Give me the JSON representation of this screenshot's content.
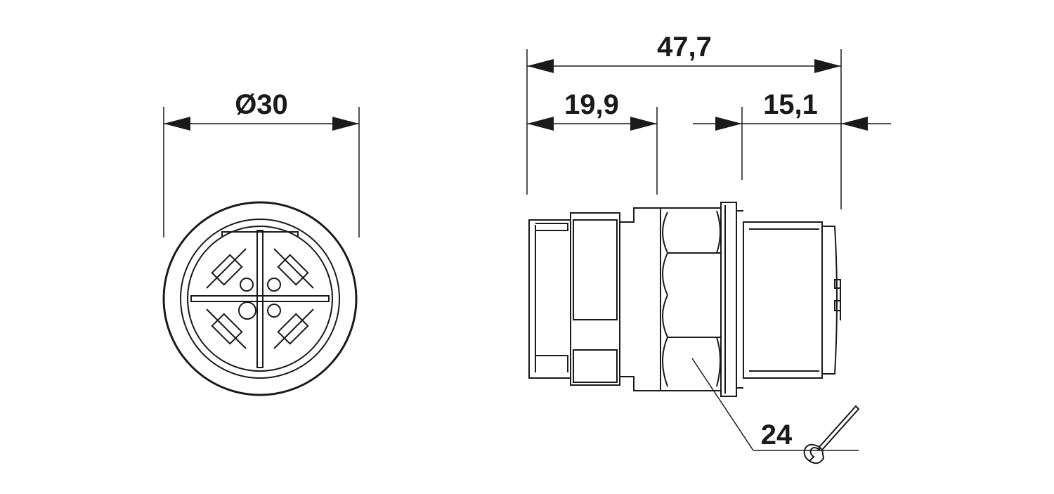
{
  "dimensions": {
    "diameter": "Ø30",
    "overall_length": "47,7",
    "front_length": "19,9",
    "thread_length": "15,1",
    "wrench_size": "24"
  }
}
